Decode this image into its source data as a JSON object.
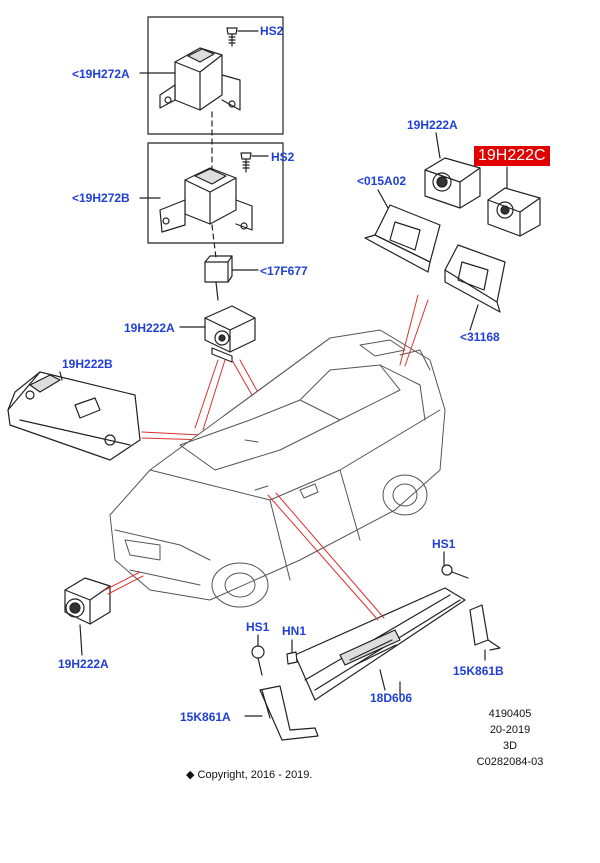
{
  "colors": {
    "label": "#1f3fd6",
    "highlight_bg": "#e00000",
    "highlight_text": "#ffffff",
    "leader_red": "#e03030",
    "line_art": "#222222"
  },
  "labels": {
    "hs2_top": "HS2",
    "n19h272a": "<19H272A",
    "hs2_mid": "HS2",
    "n19h272b": "<19H272B",
    "n17f677": "<17F677",
    "n19h222a_upper": "19H222A",
    "n19h222b": "19H222B",
    "n19h222a_right": "19H222A",
    "n19h222c": "19H222C",
    "n015a02": "<015A02",
    "n31168": "<31168",
    "hs1_right": "HS1",
    "n15k861b": "15K861B",
    "hs1_left": "HS1",
    "hn1": "HN1",
    "n18d606": "18D606",
    "n15k861a": "15K861A",
    "n19h222a_lower": "19H222A"
  },
  "meta": {
    "ref_number": "4190405",
    "date": "20-2019",
    "view": "3D",
    "illustration_code": "C0282084-03",
    "copyright": "◆ Copyright, 2016 - 2019."
  }
}
